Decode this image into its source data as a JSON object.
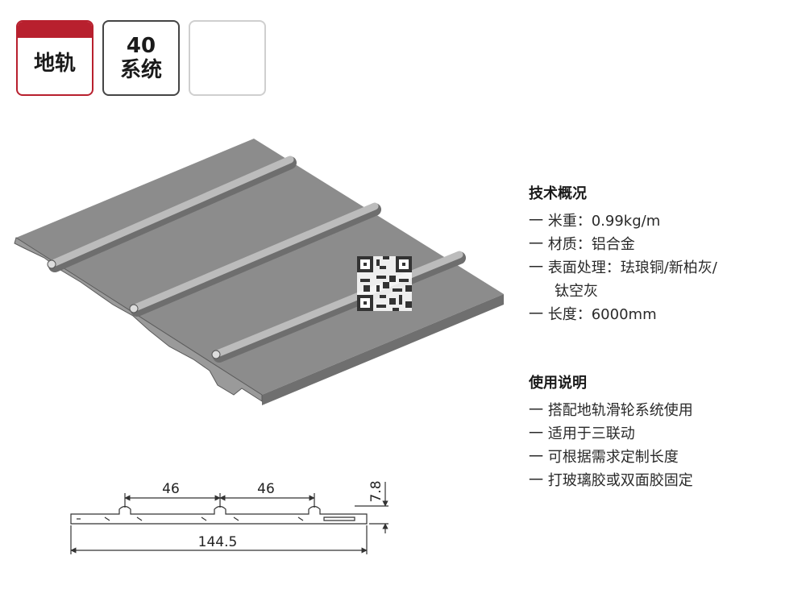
{
  "tags": {
    "category": "地轨",
    "system_line1": "40",
    "system_line2": "系统"
  },
  "tech": {
    "title": "技术概况",
    "items": [
      "一 米重：0.99kg/m",
      "一 材质：铝合金",
      "一 表面处理：珐琅铜/新柏灰/"
    ],
    "item_cont": "钛空灰",
    "item_last": "一 长度：6000mm"
  },
  "usage": {
    "title": "使用说明",
    "items": [
      "一 搭配地轨滑轮系统使用",
      "一 适用于三联动",
      "一 可根据需求定制长度",
      "一 打玻璃胶或双面胶固定"
    ]
  },
  "dims": {
    "span1": "46",
    "span2": "46",
    "height": "7.8",
    "width": "144.5"
  },
  "colors": {
    "brand_red": "#b8202e",
    "profile_gray": "#8a8a8a"
  }
}
